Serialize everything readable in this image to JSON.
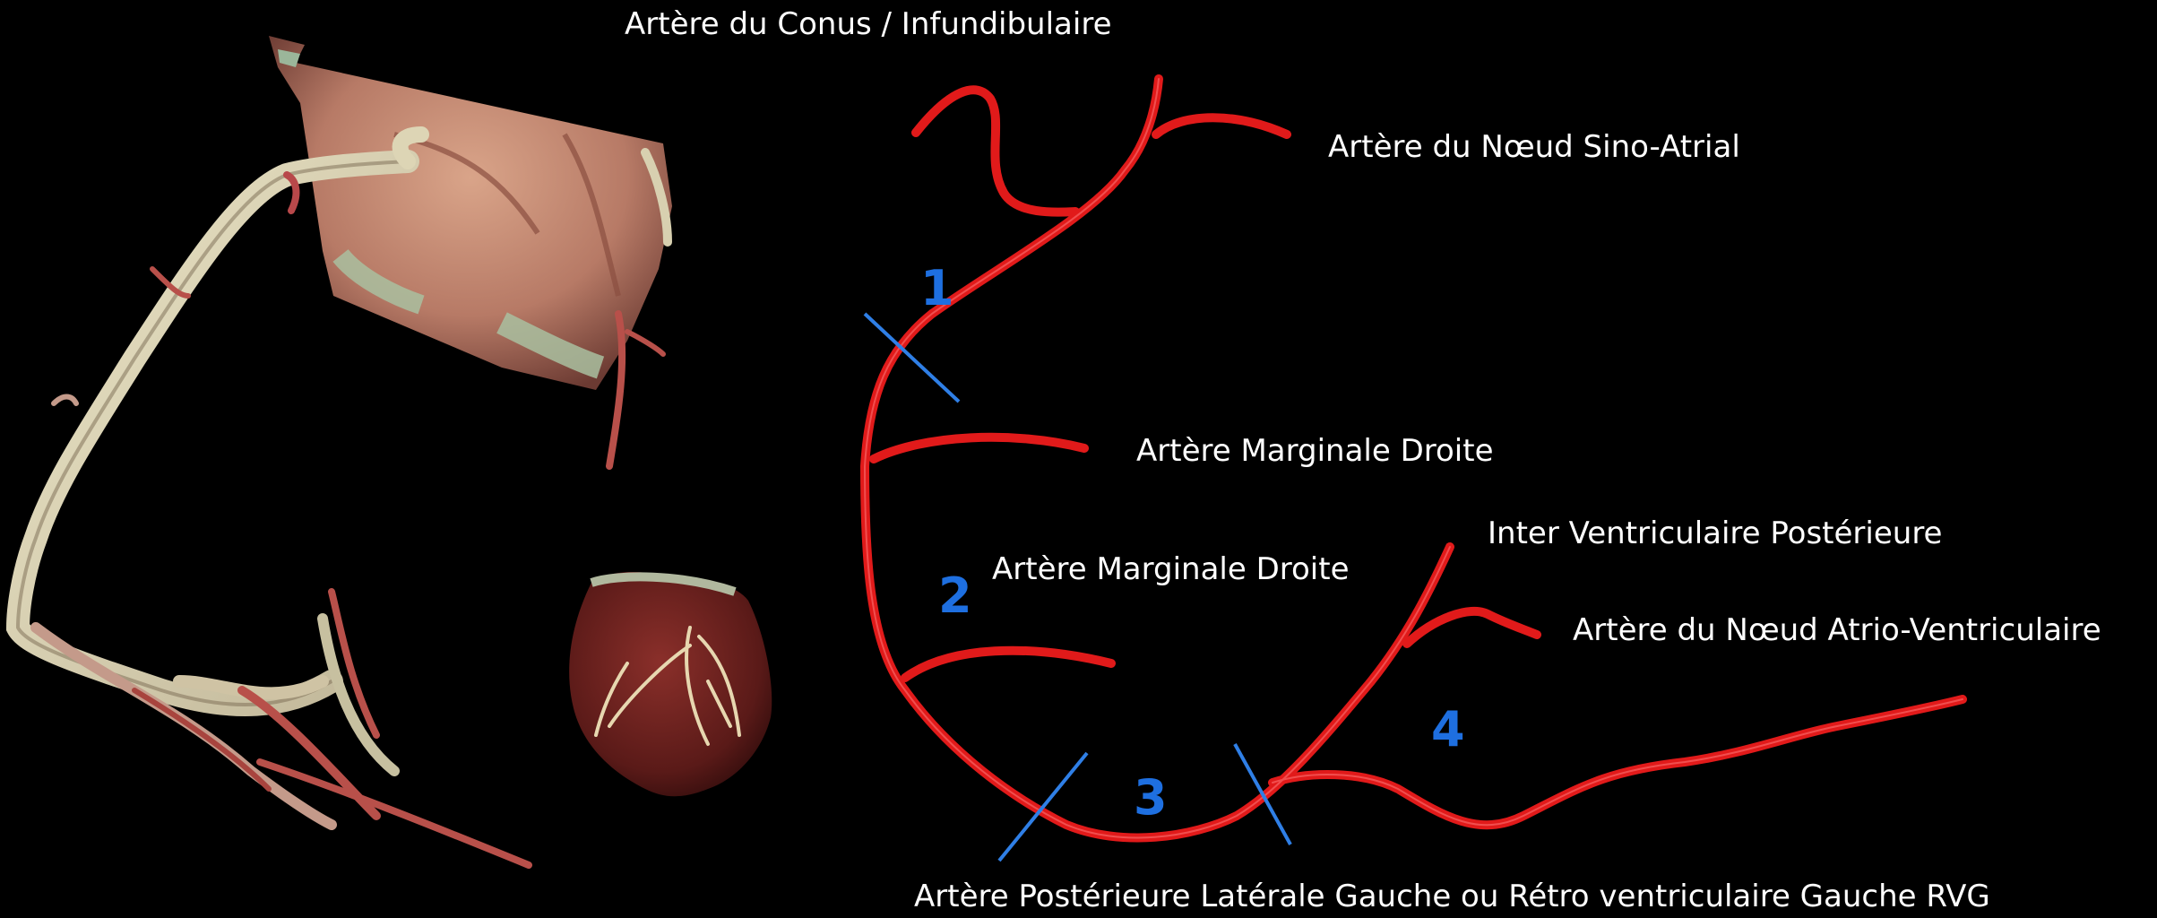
{
  "labels": {
    "conus": "Artère du Conus / Infundibulaire",
    "sino_atrial": "Artère du Nœud Sino-Atrial",
    "marginale_1": "Artère Marginale Droite",
    "marginale_2": "Artère Marginale Droite",
    "inter_ventriculaire": "Inter Ventriculaire Postérieure",
    "atrio_ventriculaire": "Artère du Nœud Atrio-Ventriculaire",
    "posterieure_laterale": "Artère Postérieure Latérale Gauche ou Rétro ventriculaire Gauche RVG"
  },
  "segments": {
    "s1": "1",
    "s2": "2",
    "s3": "3",
    "s4": "4"
  },
  "colors": {
    "background": "#000000",
    "artery": "#e11a1a",
    "segment_marker": "#1e6fe0",
    "label_text": "#ffffff"
  }
}
